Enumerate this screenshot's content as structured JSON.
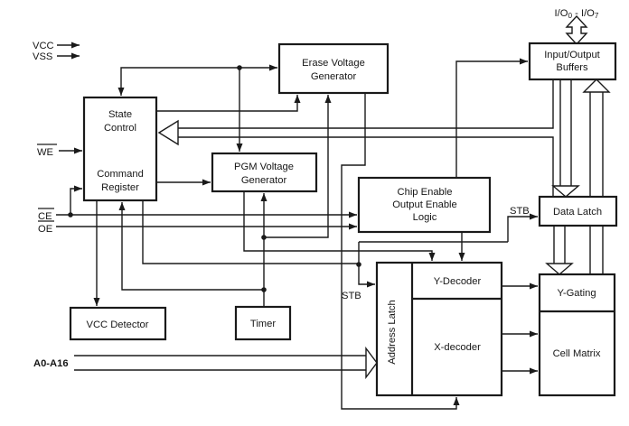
{
  "diagram": {
    "type": "block-diagram",
    "subject": "flash-memory-functional-block-diagram",
    "colors": {
      "line": "#1a1a1a",
      "box_fill": "#ffffff",
      "text": "#161616"
    },
    "blocks": {
      "state_control": {
        "line1": "State",
        "line2": "Control",
        "line3": "Command",
        "line4": "Register"
      },
      "erase": {
        "line1": "Erase Voltage",
        "line2": "Generator"
      },
      "pgm": {
        "line1": "PGM Voltage",
        "line2": "Generator"
      },
      "ceoe": {
        "line1": "Chip Enable",
        "line2": "Output Enable",
        "line3": "Logic"
      },
      "io_buffers": {
        "line1": "Input/Output",
        "line2": "Buffers"
      },
      "data_latch": {
        "label": "Data Latch"
      },
      "y_gating": {
        "label": "Y-Gating"
      },
      "cell_matrix": {
        "label": "Cell Matrix"
      },
      "address_latch": {
        "label": "Address Latch"
      },
      "y_decoder": {
        "label": "Y-Decoder"
      },
      "x_decoder": {
        "label": "X-decoder"
      },
      "vcc_detector": {
        "label": "VCC Detector"
      },
      "timer": {
        "label": "Timer"
      }
    },
    "signals": {
      "vcc": "VCC",
      "vss": "VSS",
      "we": "WE",
      "ce": "CE",
      "oe": "OE",
      "stb_to_data_latch": "STB",
      "stb_to_address_latch": "STB",
      "address_bus": "A0-A16",
      "io_bus_prefix": "I/O",
      "io_bus_sub0": "0",
      "io_bus_mid": " - I/O",
      "io_bus_sub7": "7"
    }
  }
}
